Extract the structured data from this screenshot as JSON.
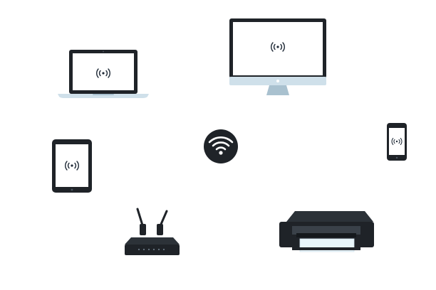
{
  "scene": {
    "hub": {
      "icon": "wifi-icon"
    },
    "devices": [
      {
        "name": "laptop",
        "icon": "laptop-icon",
        "signal_icon": "wireless-signal-icon"
      },
      {
        "name": "desktop-monitor",
        "icon": "desktop-monitor-icon",
        "signal_icon": "wireless-signal-icon"
      },
      {
        "name": "tablet",
        "icon": "tablet-icon",
        "signal_icon": "wireless-signal-icon"
      },
      {
        "name": "smartphone",
        "icon": "smartphone-icon",
        "signal_icon": "wireless-signal-icon"
      },
      {
        "name": "router",
        "icon": "router-icon"
      },
      {
        "name": "printer",
        "icon": "printer-icon"
      }
    ]
  },
  "colors": {
    "background": "#ffffff",
    "device_dark": "#1f2328",
    "screen_white": "#ffffff",
    "metal_light": "#cfe0ea",
    "metal_mid": "#a9c1cf",
    "signal": "#1f2a37",
    "paper": "#e8f6fb"
  }
}
